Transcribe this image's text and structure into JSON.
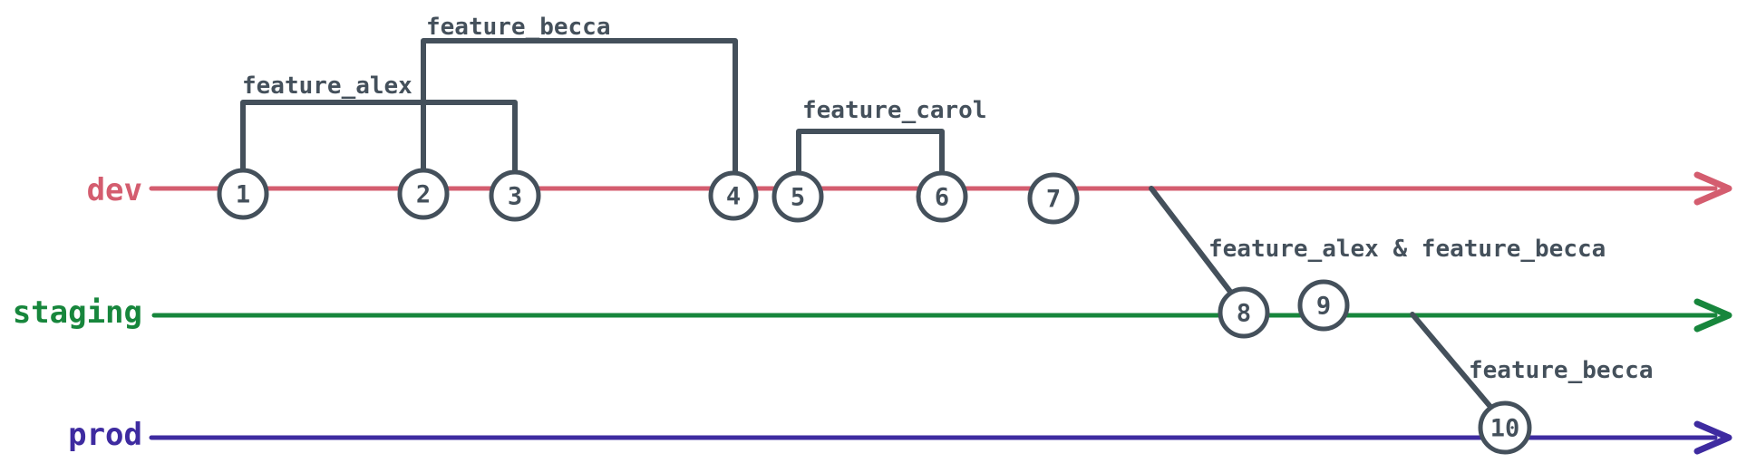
{
  "diagram": {
    "type": "git-branch-flow",
    "background": "#ffffff",
    "ink": "#44505b",
    "branches": [
      {
        "name": "dev",
        "color": "#d45d6f"
      },
      {
        "name": "staging",
        "color": "#17863c"
      },
      {
        "name": "prod",
        "color": "#3e2ba0"
      }
    ],
    "feature_branches": [
      {
        "label": "feature_alex",
        "from_commit": "1",
        "to_commit": "3"
      },
      {
        "label": "feature_becca",
        "from_commit": "2",
        "to_commit": "4"
      },
      {
        "label": "feature_carol",
        "from_commit": "5",
        "to_commit": "6"
      }
    ],
    "merges": [
      {
        "label": "feature_alex & feature_becca",
        "from_branch": "dev",
        "to_branch": "staging",
        "at_commit": "8"
      },
      {
        "label": "feature_becca",
        "from_branch": "staging",
        "to_branch": "prod",
        "at_commit": "10"
      }
    ],
    "commits": [
      {
        "label": "1",
        "branch": "dev"
      },
      {
        "label": "2",
        "branch": "dev"
      },
      {
        "label": "3",
        "branch": "dev"
      },
      {
        "label": "4",
        "branch": "dev"
      },
      {
        "label": "5",
        "branch": "dev"
      },
      {
        "label": "6",
        "branch": "dev"
      },
      {
        "label": "7",
        "branch": "dev"
      },
      {
        "label": "8",
        "branch": "staging"
      },
      {
        "label": "9",
        "branch": "staging"
      },
      {
        "label": "10",
        "branch": "prod"
      }
    ]
  }
}
